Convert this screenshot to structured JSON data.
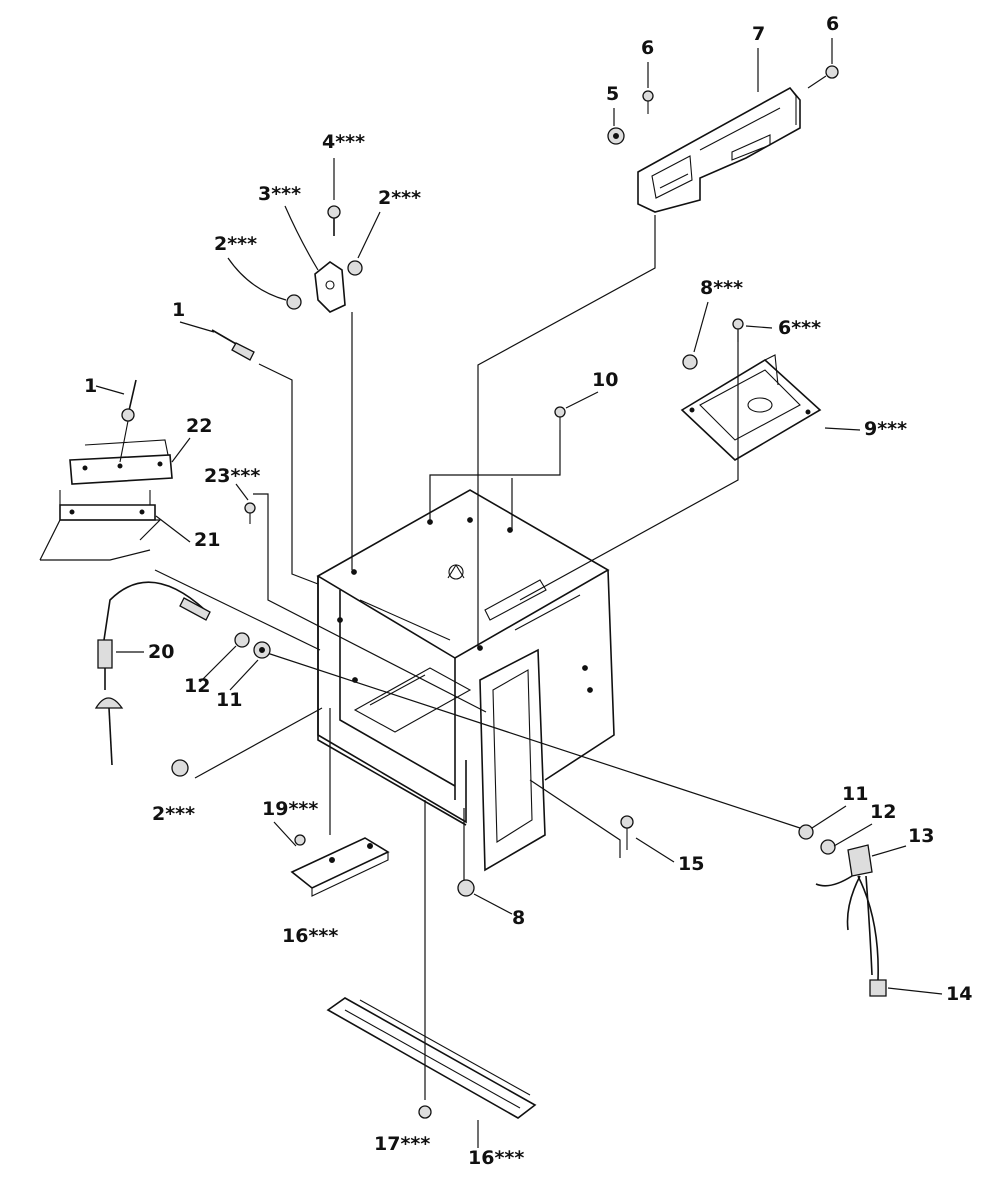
{
  "callouts": {
    "c1a": "1",
    "c1b": "1",
    "c2a": "2***",
    "c2b": "2***",
    "c2c": "2***",
    "c3": "3***",
    "c4": "4***",
    "c5": "5",
    "c6a": "6",
    "c6b": "6",
    "c6c": "6***",
    "c7": "7",
    "c8a": "8***",
    "c8b": "8",
    "c9": "9***",
    "c10": "10",
    "c11a": "11",
    "c11b": "11",
    "c12a": "12",
    "c12b": "12",
    "c13": "13",
    "c14": "14",
    "c15": "15",
    "c16a": "16***",
    "c16b": "16***",
    "c17": "17***",
    "c19": "19***",
    "c20": "20",
    "c21": "21",
    "c22": "22",
    "c23": "23***"
  }
}
